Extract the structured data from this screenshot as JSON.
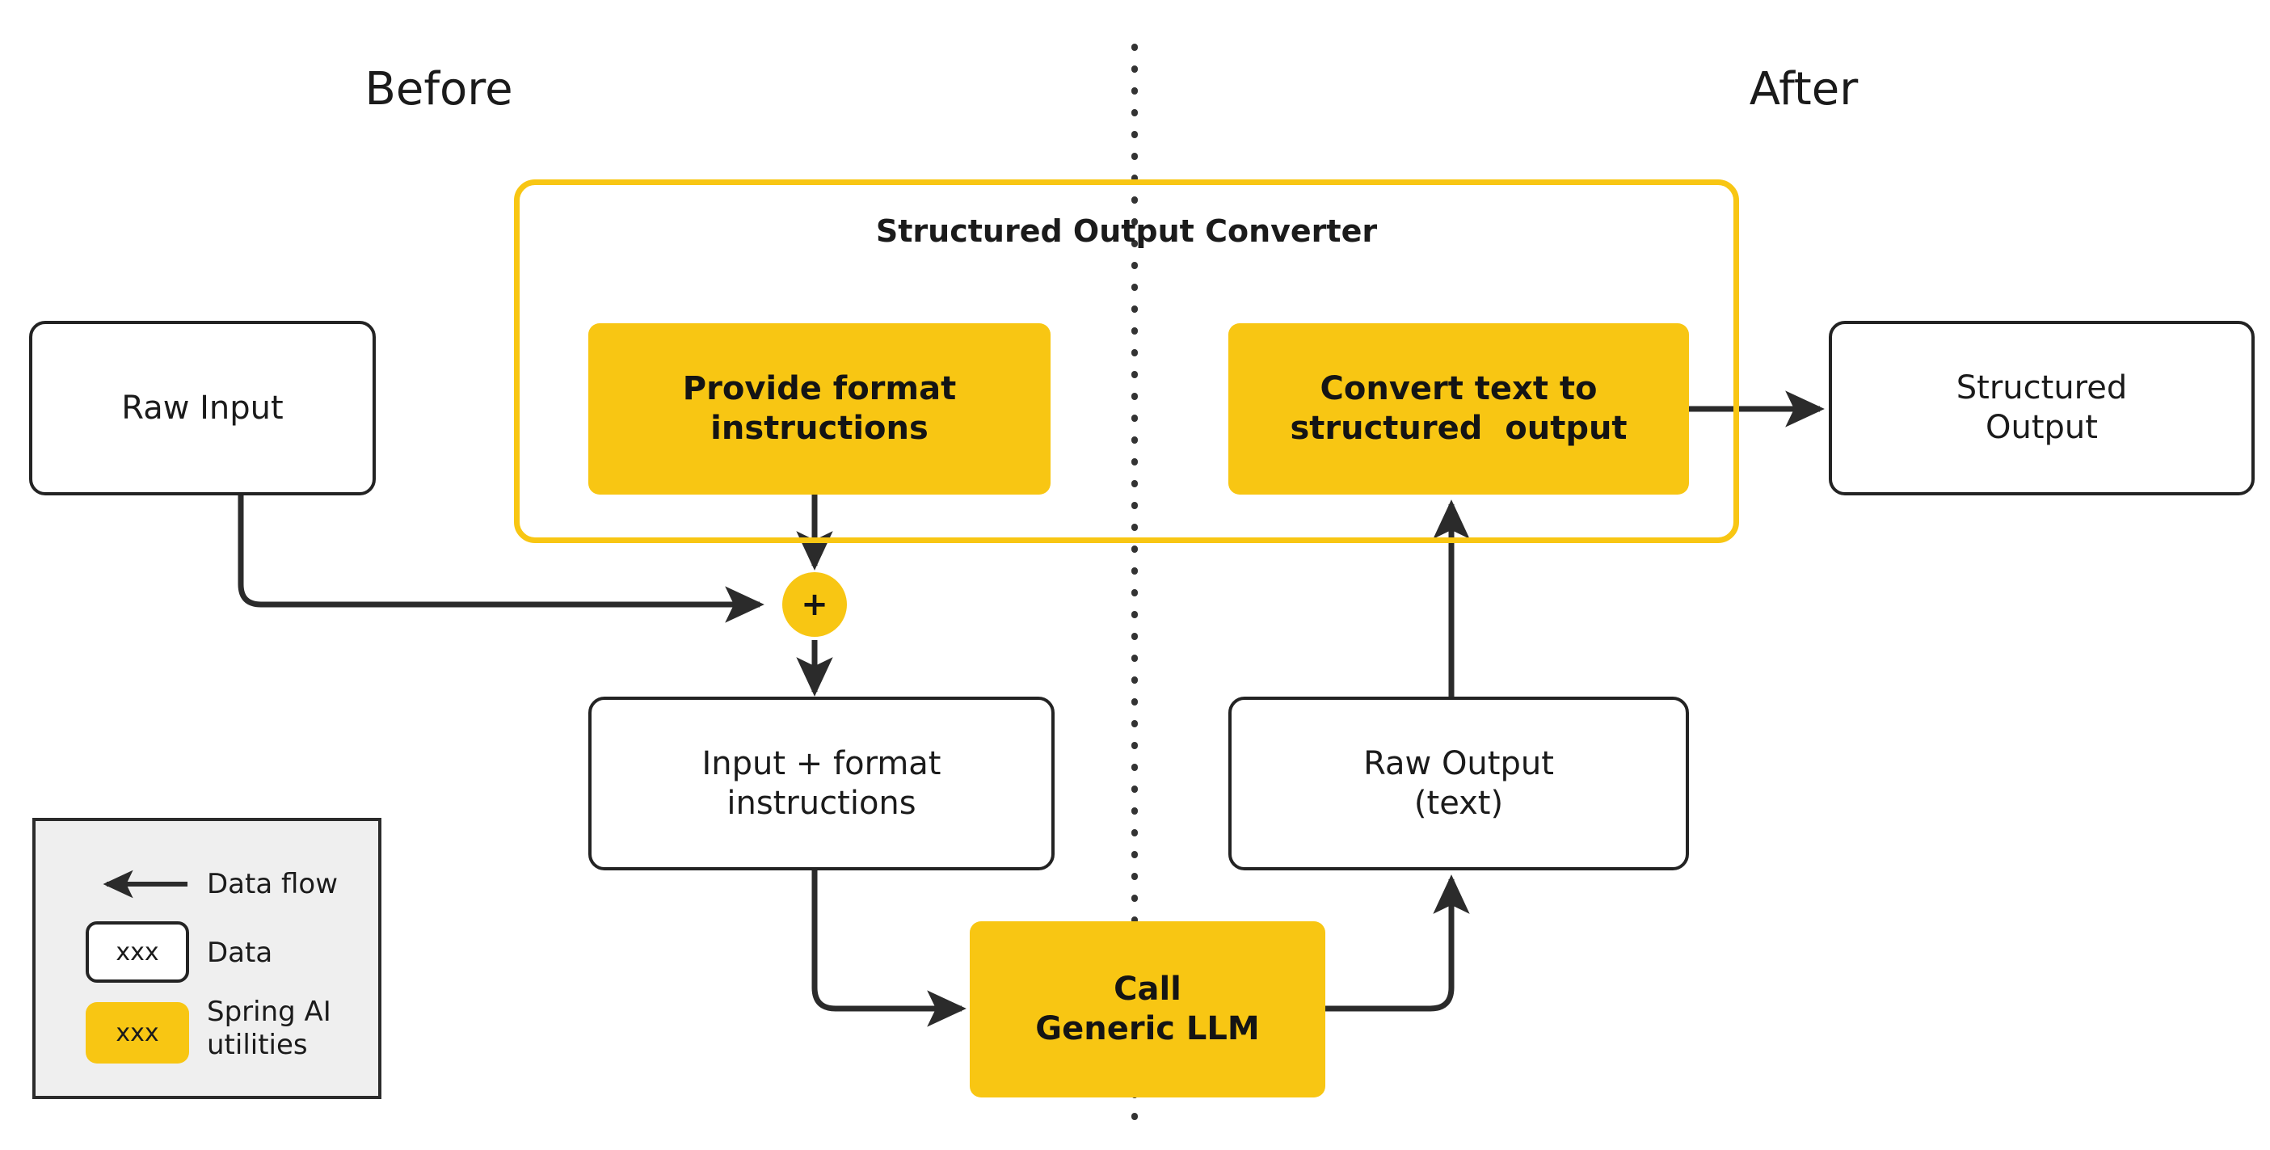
{
  "phases": {
    "before": "Before",
    "after": "After"
  },
  "group": {
    "title": "Structured Output Converter",
    "border_color": "#F8C613"
  },
  "nodes": {
    "raw_input": "Raw Input",
    "provide_format_l1": "Provide format",
    "provide_format_l2": "instructions",
    "convert_l1": "Convert text to",
    "convert_l2": "structured  output",
    "structured_output_l1": "Structured",
    "structured_output_l2": "Output",
    "input_plus_format_l1": "Input + format",
    "input_plus_format_l2": "instructions",
    "raw_output_l1": "Raw Output",
    "raw_output_l2": "(text)",
    "call_llm_l1": "Call",
    "call_llm_l2": "Generic LLM",
    "merge_plus": "+"
  },
  "legend": {
    "flow_label": "Data flow",
    "data_swatch_text": "xxx",
    "data_label": "Data",
    "util_swatch_text": "xxx",
    "util_label_l1": "Spring AI",
    "util_label_l2": "utilities"
  },
  "colors": {
    "accent_yellow": "#F8C613",
    "stroke_dark": "#2b2b2b",
    "legend_bg": "#EFEFEF"
  }
}
